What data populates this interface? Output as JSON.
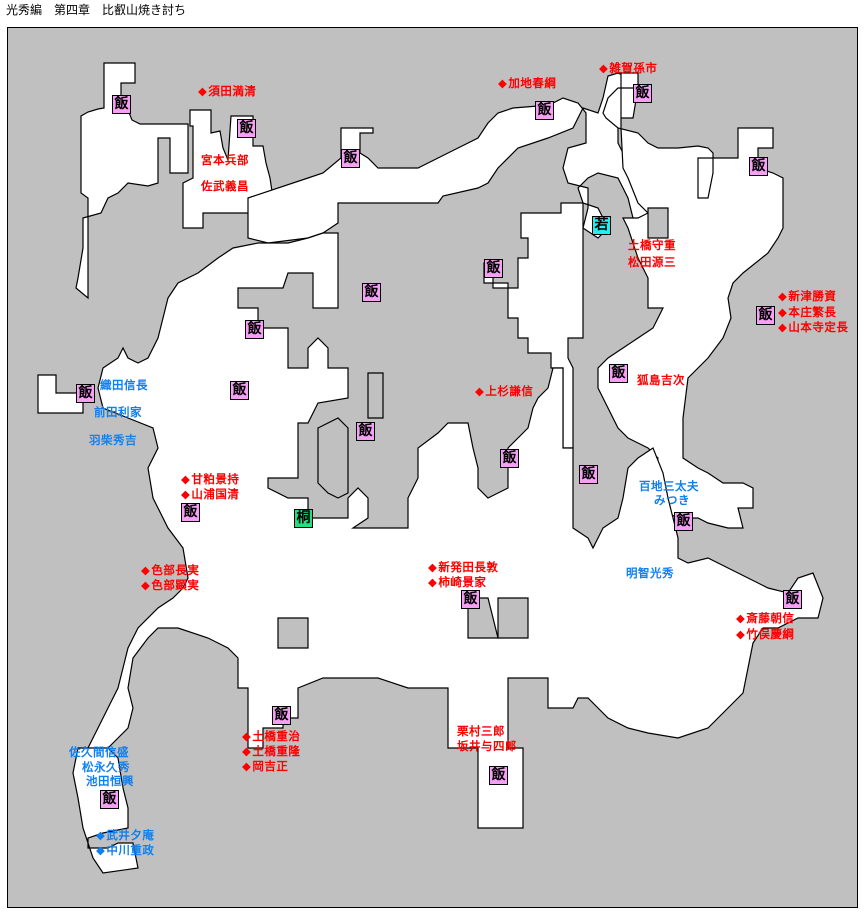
{
  "title": "光秀編　第四章　比叡山焼き討ち",
  "colors": {
    "background": "#c0c0c0",
    "walkable": "#ffffff",
    "enemy_text": "#ff0000",
    "ally_text": "#1080f0",
    "meal_marker": "#f5a0f5",
    "young_marker": "#20f0f0",
    "kiri_marker": "#20e080"
  },
  "marker_glyphs": {
    "meal": "飯",
    "young": "若",
    "kiri": "桐"
  },
  "diamond": "◆",
  "markers": [
    {
      "type": "meal",
      "glyph": "飯"
    },
    {
      "type": "meal",
      "glyph": "飯"
    },
    {
      "type": "meal",
      "glyph": "飯"
    },
    {
      "type": "meal",
      "glyph": "飯"
    },
    {
      "type": "meal",
      "glyph": "飯"
    },
    {
      "type": "meal",
      "glyph": "飯"
    },
    {
      "type": "meal",
      "glyph": "飯"
    },
    {
      "type": "meal",
      "glyph": "飯"
    },
    {
      "type": "meal",
      "glyph": "飯"
    },
    {
      "type": "meal",
      "glyph": "飯"
    },
    {
      "type": "meal",
      "glyph": "飯"
    },
    {
      "type": "meal",
      "glyph": "飯"
    },
    {
      "type": "meal",
      "glyph": "飯"
    },
    {
      "type": "meal",
      "glyph": "飯"
    },
    {
      "type": "meal",
      "glyph": "飯"
    },
    {
      "type": "meal",
      "glyph": "飯"
    },
    {
      "type": "meal",
      "glyph": "飯"
    },
    {
      "type": "meal",
      "glyph": "飯"
    },
    {
      "type": "meal",
      "glyph": "飯"
    },
    {
      "type": "meal",
      "glyph": "飯"
    },
    {
      "type": "meal",
      "glyph": "飯"
    },
    {
      "type": "young",
      "glyph": "若"
    },
    {
      "type": "kiri",
      "glyph": "桐"
    }
  ],
  "labels": {
    "enemy": [
      {
        "text": "須田満清",
        "diamond": true
      },
      {
        "text": "宮本兵部",
        "diamond": false
      },
      {
        "text": "佐武義昌",
        "diamond": false
      },
      {
        "text": "加地春綱",
        "diamond": true
      },
      {
        "text": "雑賀孫市",
        "diamond": true
      },
      {
        "text": "土橋守重",
        "diamond": false
      },
      {
        "text": "松田源三",
        "diamond": false
      },
      {
        "text": "新津勝資",
        "diamond": true
      },
      {
        "text": "本庄繁長",
        "diamond": true
      },
      {
        "text": "山本寺定長",
        "diamond": true
      },
      {
        "text": "上杉謙信",
        "diamond": true
      },
      {
        "text": "狐島吉次",
        "diamond": false
      },
      {
        "text": "甘粕景持",
        "diamond": true
      },
      {
        "text": "山浦国清",
        "diamond": true
      },
      {
        "text": "色部長実",
        "diamond": true
      },
      {
        "text": "色部顕実",
        "diamond": true
      },
      {
        "text": "新発田長敦",
        "diamond": true
      },
      {
        "text": "柿崎景家",
        "diamond": true
      },
      {
        "text": "斎藤朝信",
        "diamond": true
      },
      {
        "text": "竹俣慶綱",
        "diamond": true
      },
      {
        "text": "土橋重治",
        "diamond": true
      },
      {
        "text": "土橋重隆",
        "diamond": true
      },
      {
        "text": "岡吉正",
        "diamond": true
      },
      {
        "text": "栗村三郎",
        "diamond": false
      },
      {
        "text": "坂井与四郎",
        "diamond": false
      }
    ],
    "ally": [
      {
        "text": "織田信長",
        "diamond": false
      },
      {
        "text": "前田利家",
        "diamond": false
      },
      {
        "text": "羽柴秀吉",
        "diamond": false
      },
      {
        "text": "百地三太夫",
        "diamond": false
      },
      {
        "text": "みつき",
        "diamond": false
      },
      {
        "text": "明智光秀",
        "diamond": false
      },
      {
        "text": "佐久間信盛",
        "diamond": false
      },
      {
        "text": "松永久秀",
        "diamond": false
      },
      {
        "text": "池田恒興",
        "diamond": false
      },
      {
        "text": "武井夕庵",
        "diamond": true
      },
      {
        "text": "中川重政",
        "diamond": true
      }
    ]
  }
}
